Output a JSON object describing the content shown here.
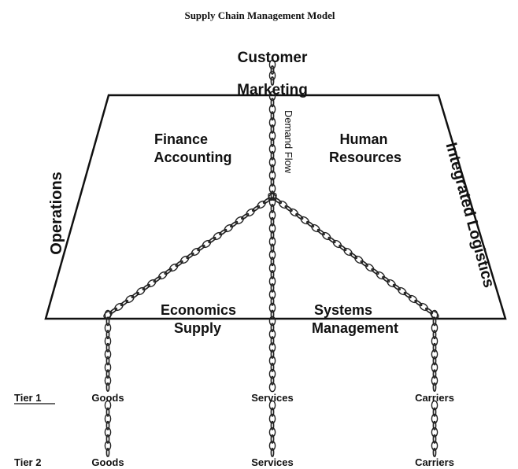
{
  "diagram": {
    "title": "Supply Chain Management Model",
    "top": {
      "customer": "Customer",
      "marketing": "Marketing"
    },
    "inner": {
      "finance_1": "Finance",
      "finance_2": "Accounting",
      "hr_1": "Human",
      "hr_2": "Resources",
      "demand_flow": "Demand Flow",
      "economics": "Economics",
      "systems": "Systems",
      "supply": "Supply",
      "management": "Management"
    },
    "sides": {
      "left": "Operations",
      "right": "Integrated Logistics"
    },
    "tiers": {
      "tier1": {
        "label": "Tier 1",
        "goods": "Goods",
        "services": "Services",
        "carriers": "Carriers"
      },
      "tier2": {
        "label": "Tier 2",
        "goods": "Goods",
        "services": "Services",
        "carriers": "Carriers"
      }
    }
  }
}
